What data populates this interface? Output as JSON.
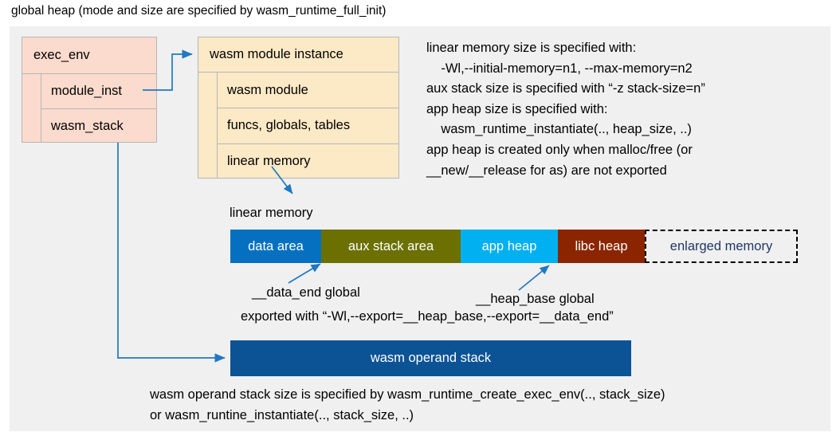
{
  "title": "global heap (mode and size are specified by wasm_runtime_full_init)",
  "colors": {
    "panel_bg": "#f0f0f0",
    "exec_env_fill": "#fbdbcd",
    "module_instance_fill": "#fce9c6",
    "box_border": "#b6b6b6",
    "connector": "#1f78c1",
    "data_area": "#0570c0",
    "aux_stack_area": "#6b7000",
    "app_heap": "#00b0f0",
    "libc_heap": "#8b2500",
    "enlarged_memory_text": "#1f3864",
    "operand_stack": "#0b5394"
  },
  "exec_env": {
    "title": "exec_env",
    "fields": [
      {
        "label": "module_inst"
      },
      {
        "label": "wasm_stack"
      }
    ]
  },
  "module_instance": {
    "title": "wasm module instance",
    "fields": [
      {
        "label": "wasm module"
      },
      {
        "label": "funcs, globals, tables"
      },
      {
        "label": "linear memory"
      }
    ]
  },
  "info_note": "linear memory size is specified with:\n    -Wl,--initial-memory=n1, --max-memory=n2\naux stack size is specified with “-z stack-size=n”\napp heap size is specified with:\n    wasm_runtime_instantiate(.., heap_size, ..)\napp heap is created only when malloc/free (or\n__new/__release for as) are not exported",
  "linear_memory": {
    "caption": "linear memory",
    "segments": [
      {
        "label": "data area",
        "color": "#0570c0",
        "width": 114
      },
      {
        "label": "aux stack area",
        "color": "#6b7000",
        "width": 175
      },
      {
        "label": "app heap",
        "color": "#00b0f0",
        "width": 122
      },
      {
        "label": "libc heap",
        "color": "#8b2500",
        "width": 109
      },
      {
        "label": "enlarged memory",
        "color": "#f0f0f0",
        "width": 192
      }
    ],
    "annotations": {
      "data_end": "__data_end global",
      "heap_base": "__heap_base global",
      "exported": "exported with “-Wl,--export=__heap_base,--export=__data_end”"
    }
  },
  "operand_stack": {
    "label": "wasm operand stack",
    "note": "wasm operand stack size is specified by wasm_runtime_create_exec_env(.., stack_size)\nor wasm_runtine_instantiate(.., stack_size, ..)"
  },
  "icons": {
    "arrow_module_inst": "arrow-right-icon",
    "arrow_wasm_stack": "arrow-right-icon",
    "arrow_linear_memory": "arrow-down-right-icon",
    "arrow_data_end": "arrow-up-right-icon",
    "arrow_heap_base": "arrow-up-right-icon"
  }
}
